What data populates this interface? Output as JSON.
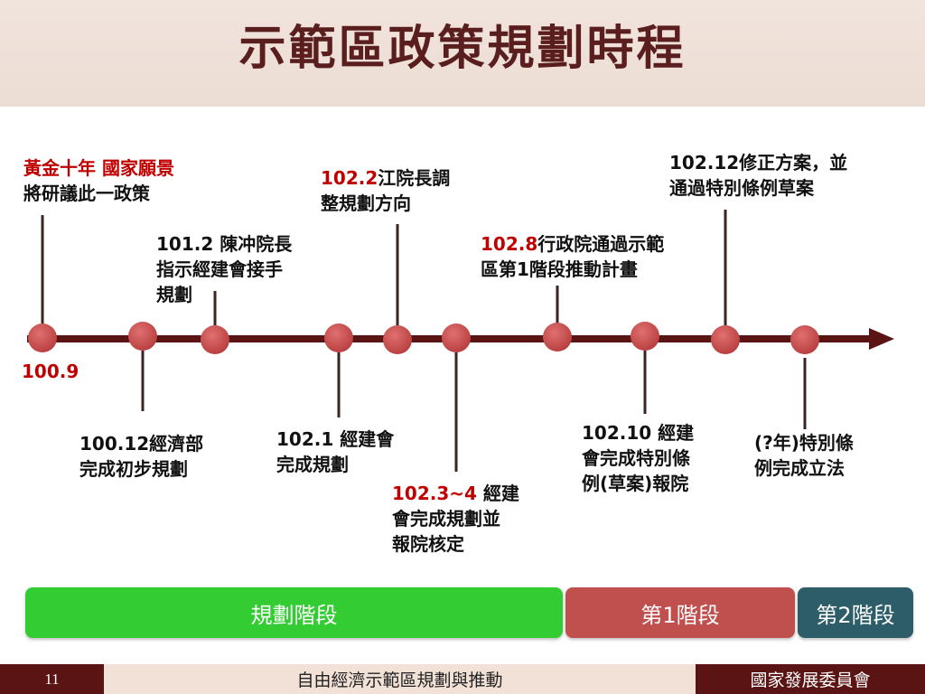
{
  "title": "示範區政策規劃時程",
  "start_label": "100.9",
  "events": {
    "e1": {
      "hl": "黃金十年 國家願景",
      "line2": "將研議此一政策"
    },
    "e2": {
      "line1": "100.12經濟部",
      "line2": "完成初步規劃"
    },
    "e3": {
      "line1": "101.2 陳冲院長",
      "line2": "指示經建會接手",
      "line3": "規劃"
    },
    "e4": {
      "line1": "102.1 經建會",
      "line2": "完成規劃"
    },
    "e5": {
      "hl": "102.2",
      "rest1": "江院長調",
      "line2": "整規劃方向"
    },
    "e6": {
      "hl": "102.3~4",
      "rest1": " 經建",
      "line2": "會完成規劃並",
      "line3": "報院核定"
    },
    "e7": {
      "hl": "102.8",
      "rest1": "行政院通過示範",
      "line2": "區第1階段推動計畫"
    },
    "e8": {
      "line1": "102.10 經建",
      "line2": "會完成特別條",
      "line3": "例(草案)報院"
    },
    "e9": {
      "line1": "102.12修正方案，並",
      "line2": "通過特別條例草案"
    },
    "e10": {
      "line1": "(?年)特別條",
      "line2": "例完成立法"
    }
  },
  "phases": {
    "planning": "規劃階段",
    "stage1": "第1階段",
    "stage2": "第2階段"
  },
  "colors": {
    "title": "#5a1e1e",
    "highlight": "#c00000",
    "axis": "#5a1414",
    "node": "#c85050",
    "planning": "#33cc33",
    "stage1": "#c0504d",
    "stage2": "#2d5d68"
  },
  "footer": {
    "page_number": "11",
    "center": "自由經濟示範區規劃與推動",
    "org": "國家發展委員會"
  }
}
